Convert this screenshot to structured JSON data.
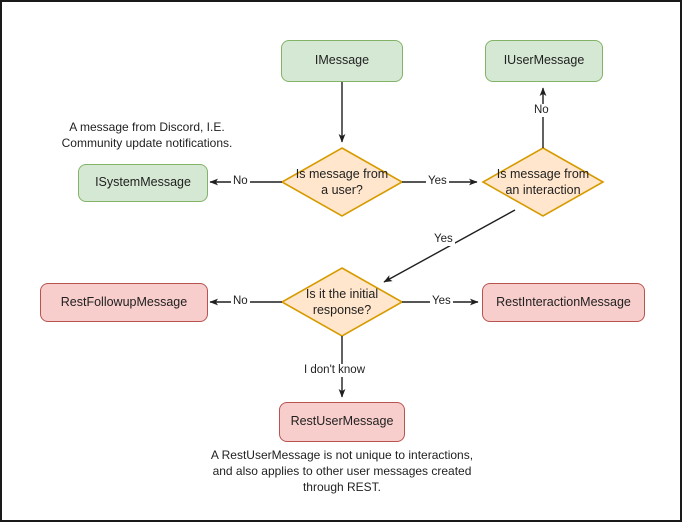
{
  "diagram": {
    "title": "Discord message type decision flowchart",
    "colors": {
      "green_fill": "#d5e8d4",
      "green_stroke": "#82b366",
      "orange_fill": "#ffe6cc",
      "orange_stroke": "#d79b00",
      "pink_fill": "#f8cecc",
      "pink_stroke": "#b85450",
      "edge_stroke": "#1f1f1f",
      "frame": "#1a1a1a",
      "background": "#ffffff"
    },
    "nodes": {
      "imessage": "IMessage",
      "iusermessage": "IUserMessage",
      "isystemmessage": "ISystemMessage",
      "decision_user": "Is message from a user?",
      "decision_interaction": "Is message from an interaction",
      "decision_initial": "Is it the initial response?",
      "restfollowupmessage": "RestFollowupMessage",
      "restinteractionmessage": "RestInteractionMessage",
      "restusermessage": "RestUserMessage"
    },
    "edge_labels": {
      "user_no": "No",
      "user_yes": "Yes",
      "interaction_no": "No",
      "interaction_yes": "Yes",
      "initial_no": "No",
      "initial_yes": "Yes",
      "initial_unknown": "I don't know"
    },
    "notes": {
      "system_note": "A message from Discord, I.E.\nCommunity update notifications.",
      "rest_note": "A RestUserMessage is not unique to interactions,\nand also applies to other user messages created\nthrough REST."
    }
  }
}
